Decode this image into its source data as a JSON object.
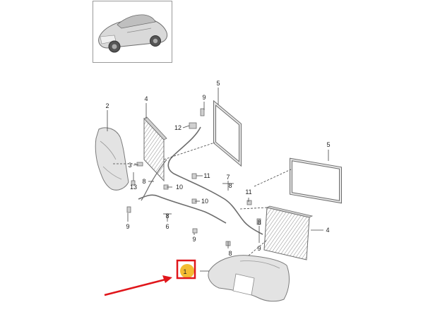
{
  "diagram": {
    "callouts": {
      "c1": "1",
      "c2": "2",
      "c3": "3",
      "c4_left": "4",
      "c4_right": "4",
      "c5_top": "5",
      "c5_right": "5",
      "c6": "6",
      "c7": "7",
      "c8_a": "8",
      "c8_b": "8",
      "c8_c": "8",
      "c8_d": "8",
      "c8_e": "8",
      "c9_top": "9",
      "c9_left": "9",
      "c9_mid": "9",
      "c9_right": "9",
      "c10_a": "10",
      "c10_b": "10",
      "c11_a": "11",
      "c11_b": "11",
      "c12": "12",
      "c13": "13"
    },
    "colors": {
      "highlight_box": "#e0161b",
      "arrow": "#e0161b",
      "marker": "#f2b51d",
      "part_fill": "#e3e3e3",
      "part_stroke": "#7a7a7a"
    }
  }
}
